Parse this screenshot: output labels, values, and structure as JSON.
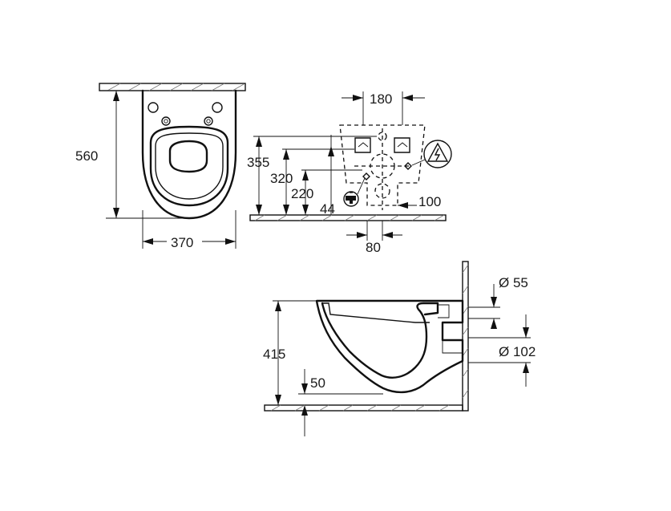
{
  "dimensions": {
    "top_view": {
      "depth": "560",
      "width": "370"
    },
    "installation_view": {
      "fixing_spacing": "180",
      "height_355": "355",
      "height_320": "320",
      "height_220": "220",
      "water_offset": "44",
      "fixing_offset": "100",
      "center_offset": "80"
    },
    "side_view": {
      "diameter_inlet": "Ø 55",
      "diameter_outlet": "Ø 102",
      "rim_height": "415",
      "outlet_drop": "50"
    }
  },
  "symbols": {
    "warning": "warning-triangle-icon",
    "water_tap": "water-tap-icon"
  }
}
